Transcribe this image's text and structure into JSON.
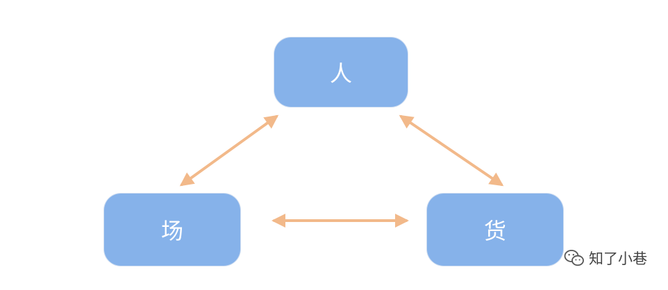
{
  "diagram": {
    "nodes": [
      {
        "id": "ren",
        "label": "人"
      },
      {
        "id": "chang",
        "label": "场"
      },
      {
        "id": "huo",
        "label": "货"
      }
    ],
    "edges": [
      {
        "from": "ren",
        "to": "chang",
        "bidirectional": true
      },
      {
        "from": "ren",
        "to": "huo",
        "bidirectional": true
      },
      {
        "from": "chang",
        "to": "huo",
        "bidirectional": true
      }
    ],
    "colors": {
      "node_fill": "#86b2ea",
      "node_text": "#ffffff",
      "arrow": "#f2b98a"
    }
  },
  "watermark": {
    "icon": "wechat-icon",
    "text": "知了小巷"
  }
}
